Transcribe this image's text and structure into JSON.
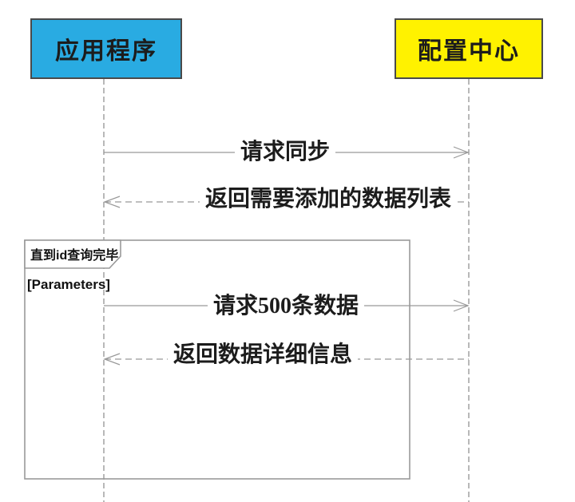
{
  "diagram": {
    "type": "uml-sequence-diagram",
    "actors": [
      {
        "id": "application",
        "label": "应用程序",
        "fill": "#29abe2"
      },
      {
        "id": "config-center",
        "label": "配置中心",
        "fill": "#fff200"
      }
    ],
    "messages": [
      {
        "label": "请求同步",
        "direction": "right",
        "line": "solid"
      },
      {
        "label": "返回需要添加的数据列表",
        "direction": "left",
        "line": "dashed"
      },
      {
        "label": "请求500条数据",
        "direction": "right",
        "line": "solid"
      },
      {
        "label": "返回数据详细信息",
        "direction": "left",
        "line": "dashed"
      }
    ],
    "loop_fragment": {
      "title": "直到id查询完毕",
      "guard": "[Parameters]"
    },
    "colors": {
      "actor_application_fill": "#29abe2",
      "actor_config_fill": "#fff200",
      "line_gray": "#999999",
      "border_dark": "#4a4a4a",
      "text_black": "#1c1c1c"
    }
  }
}
